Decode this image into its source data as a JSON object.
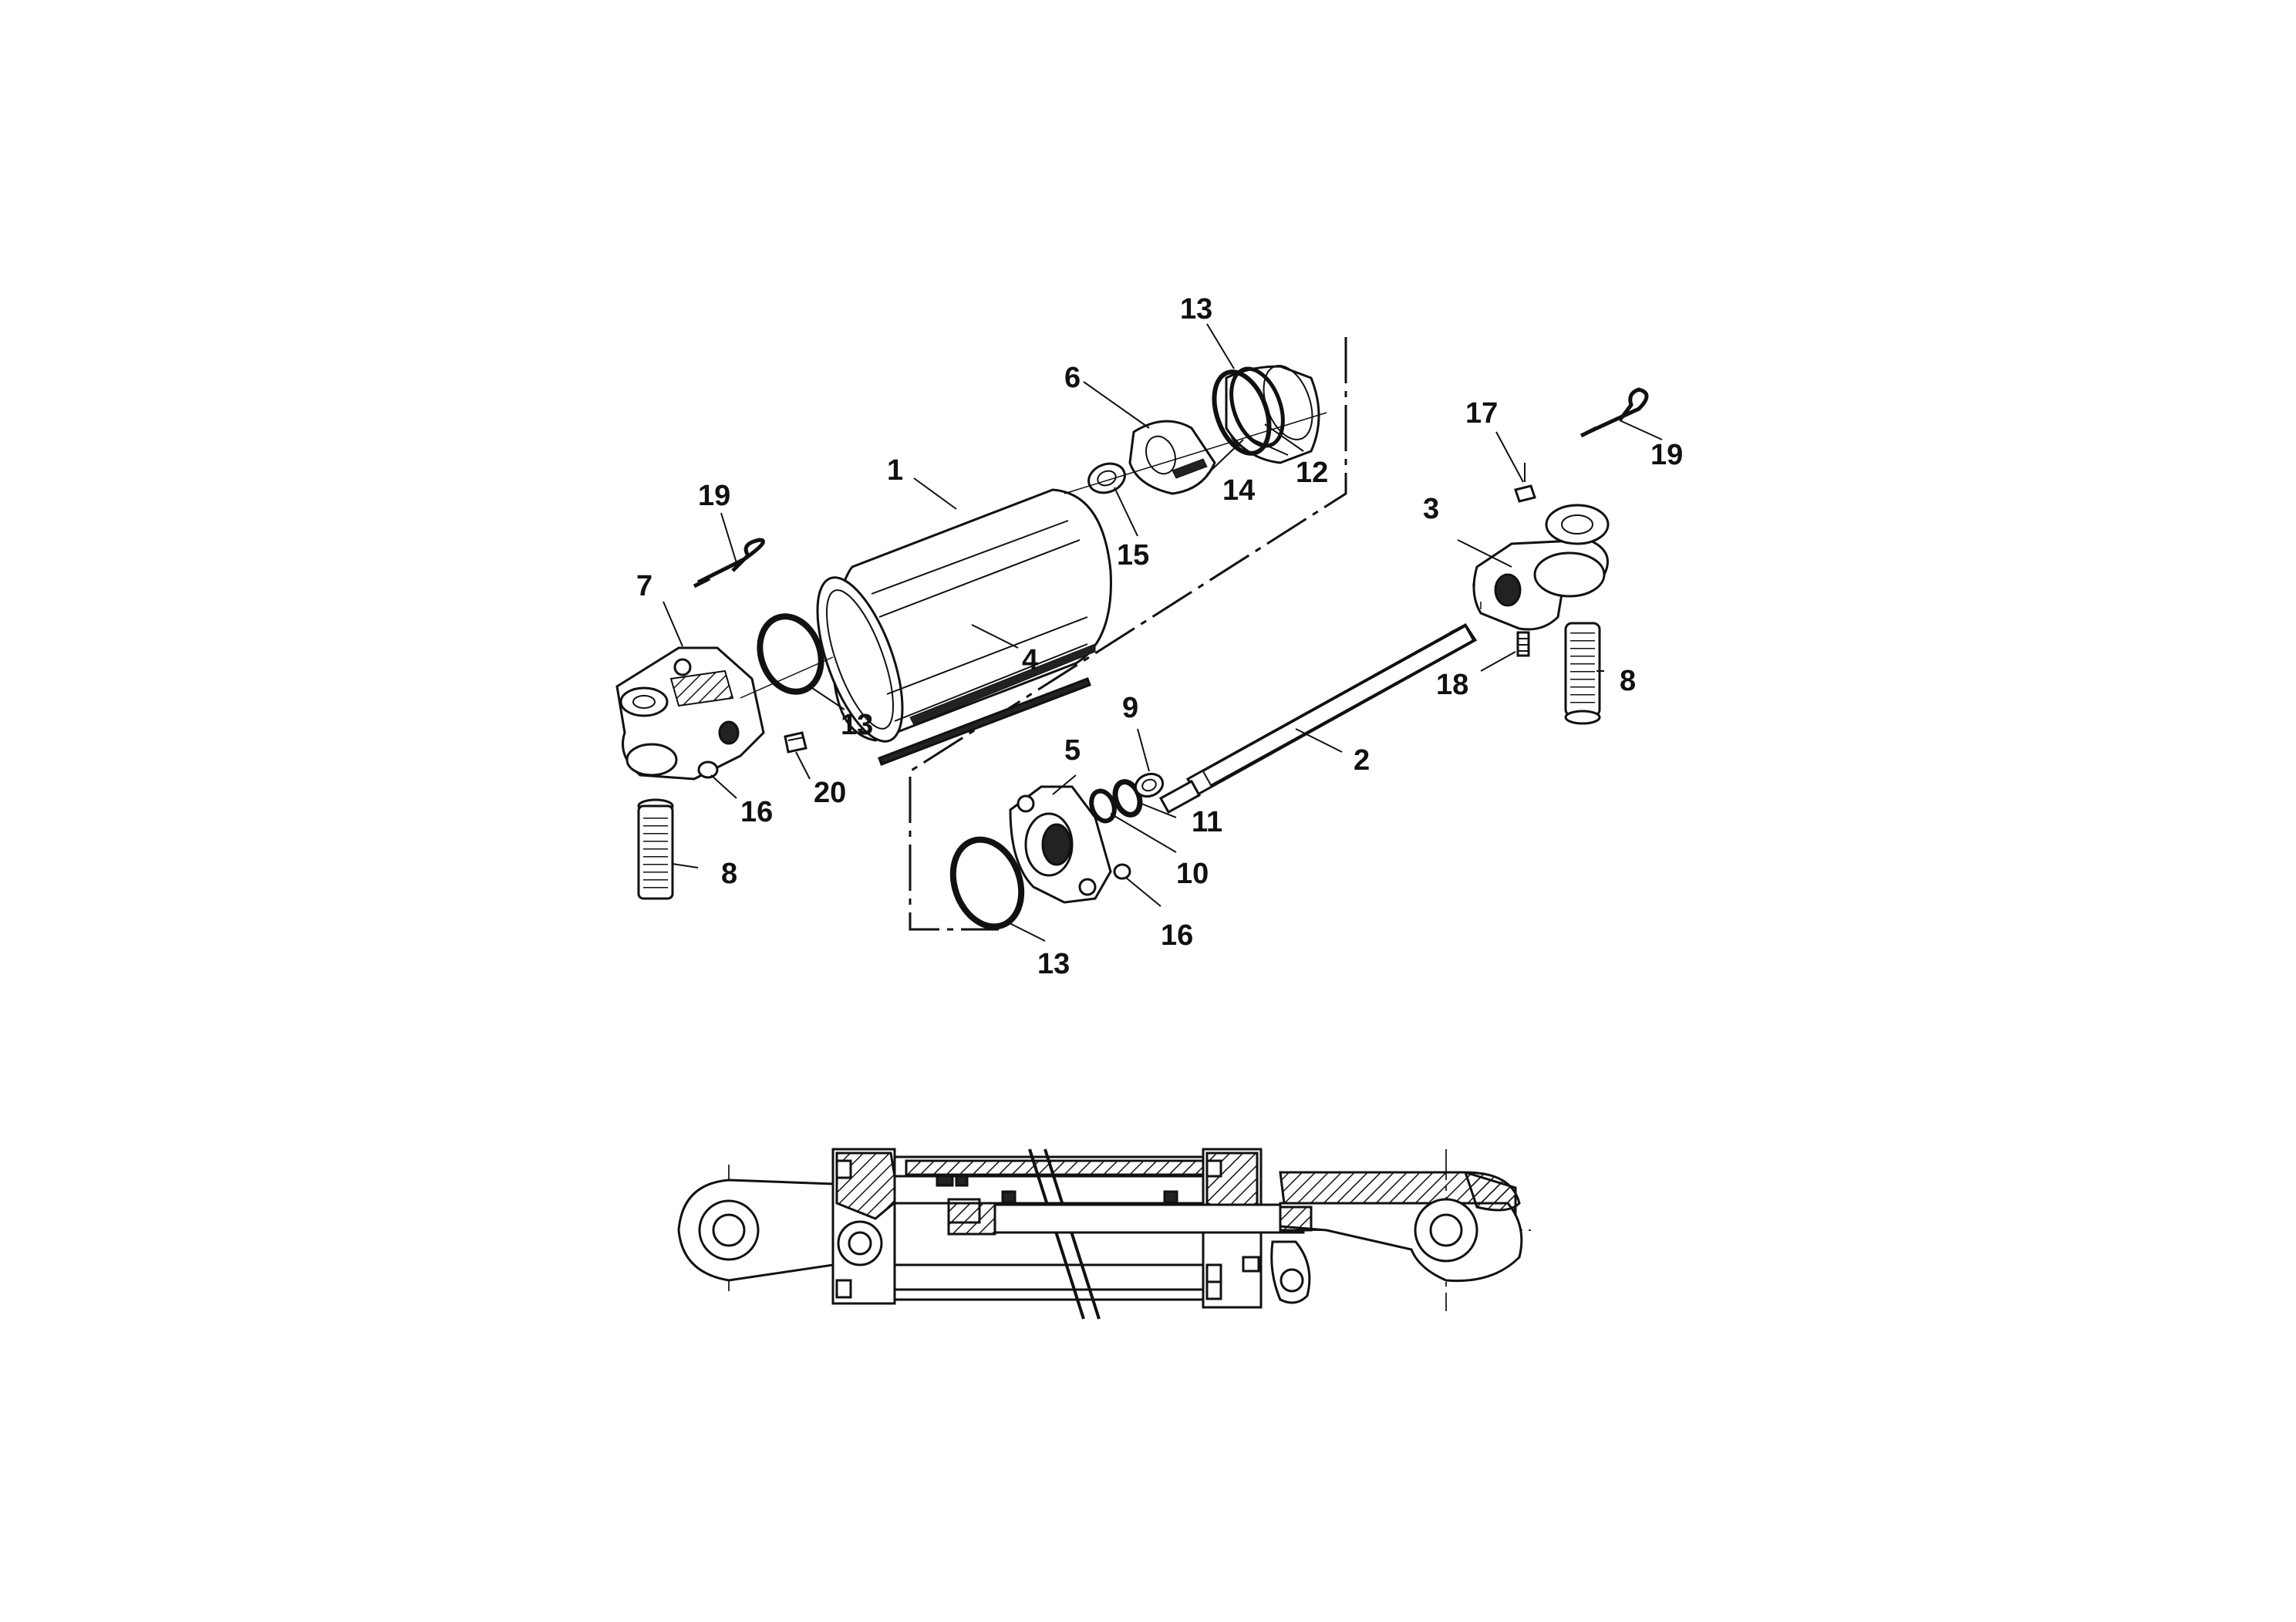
{
  "callouts": {
    "c1": "1",
    "c2": "2",
    "c3": "3",
    "c4": "4",
    "c5": "5",
    "c6": "6",
    "c7": "7",
    "c8a": "8",
    "c8b": "8",
    "c9": "9",
    "c10": "10",
    "c11": "11",
    "c12": "12",
    "c13a": "13",
    "c13b": "13",
    "c13c": "13",
    "c14": "14",
    "c15": "15",
    "c16a": "16",
    "c16b": "16",
    "c17": "17",
    "c18": "18",
    "c19a": "19",
    "c19b": "19",
    "c20": "20"
  }
}
